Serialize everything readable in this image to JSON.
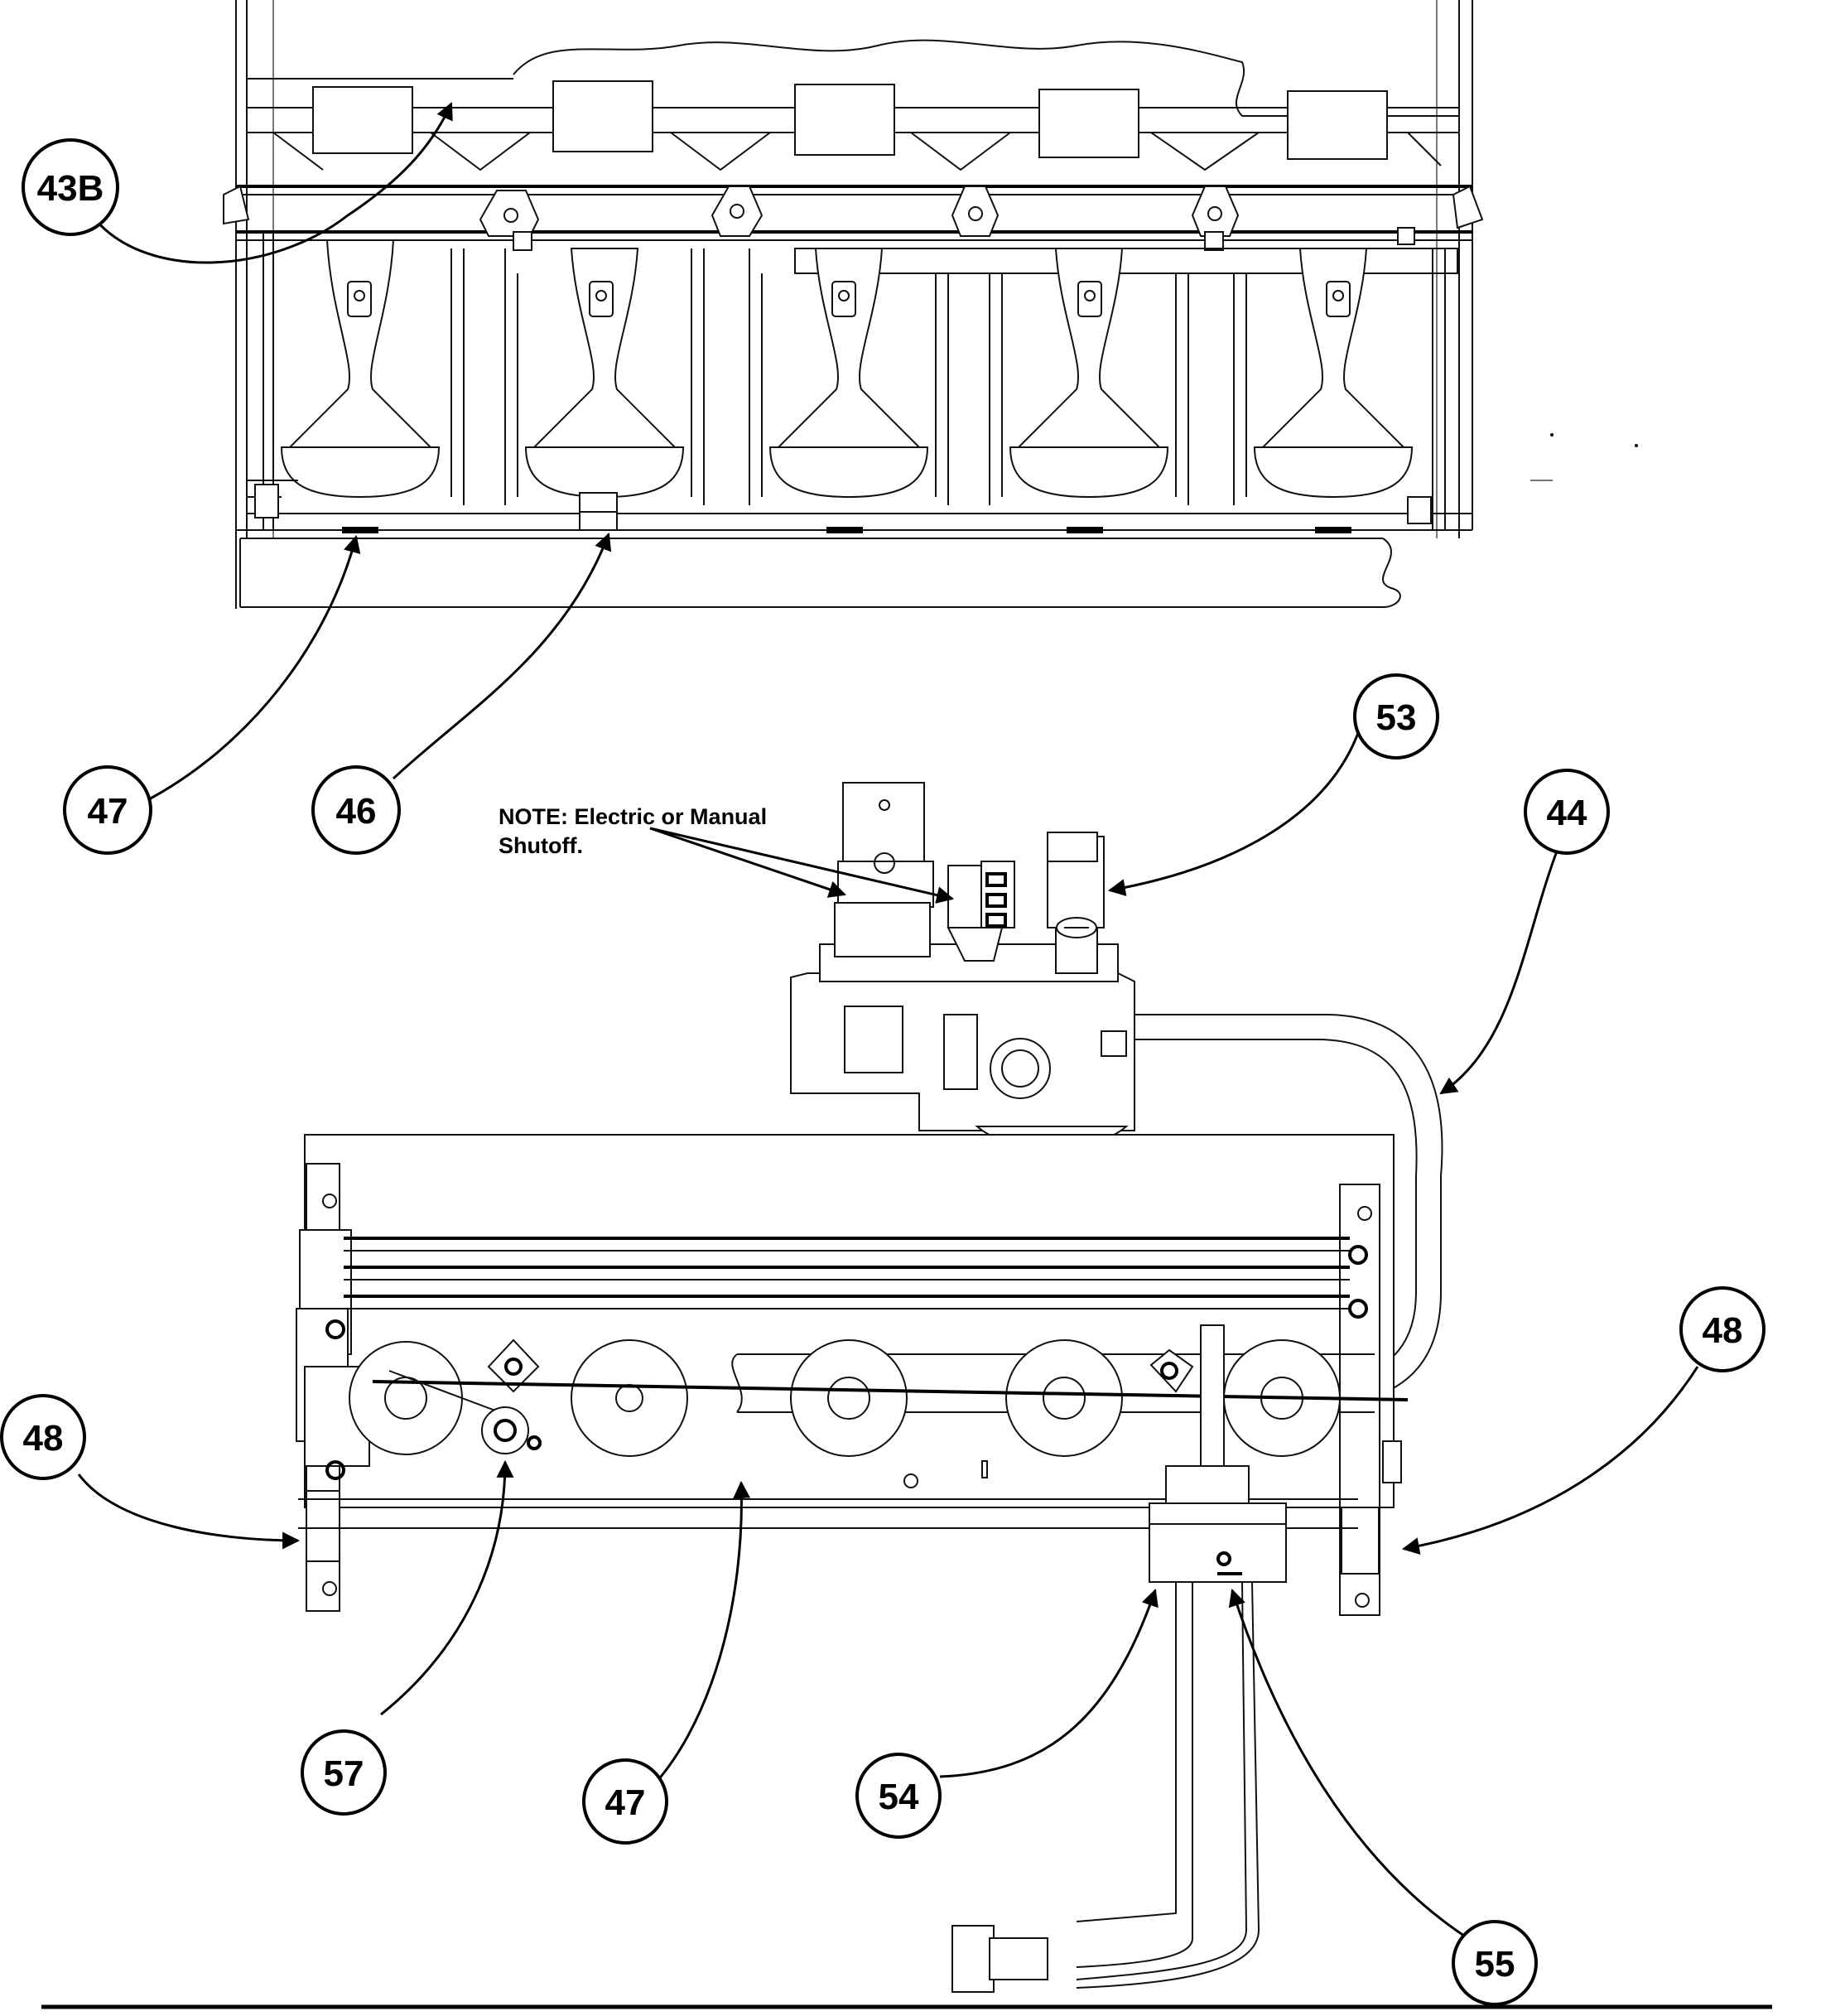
{
  "callouts": [
    {
      "id": "c43b",
      "label": "43B"
    },
    {
      "id": "c47a",
      "label": "47"
    },
    {
      "id": "c46",
      "label": "46"
    },
    {
      "id": "c53",
      "label": "53"
    },
    {
      "id": "c44",
      "label": "44"
    },
    {
      "id": "c48a",
      "label": "48"
    },
    {
      "id": "c48b",
      "label": "48"
    },
    {
      "id": "c57",
      "label": "57"
    },
    {
      "id": "c47b",
      "label": "47"
    },
    {
      "id": "c54",
      "label": "54"
    },
    {
      "id": "c55",
      "label": "55"
    }
  ],
  "note": {
    "line1": "NOTE: Electric or Manual",
    "line2": "Shutoff."
  }
}
